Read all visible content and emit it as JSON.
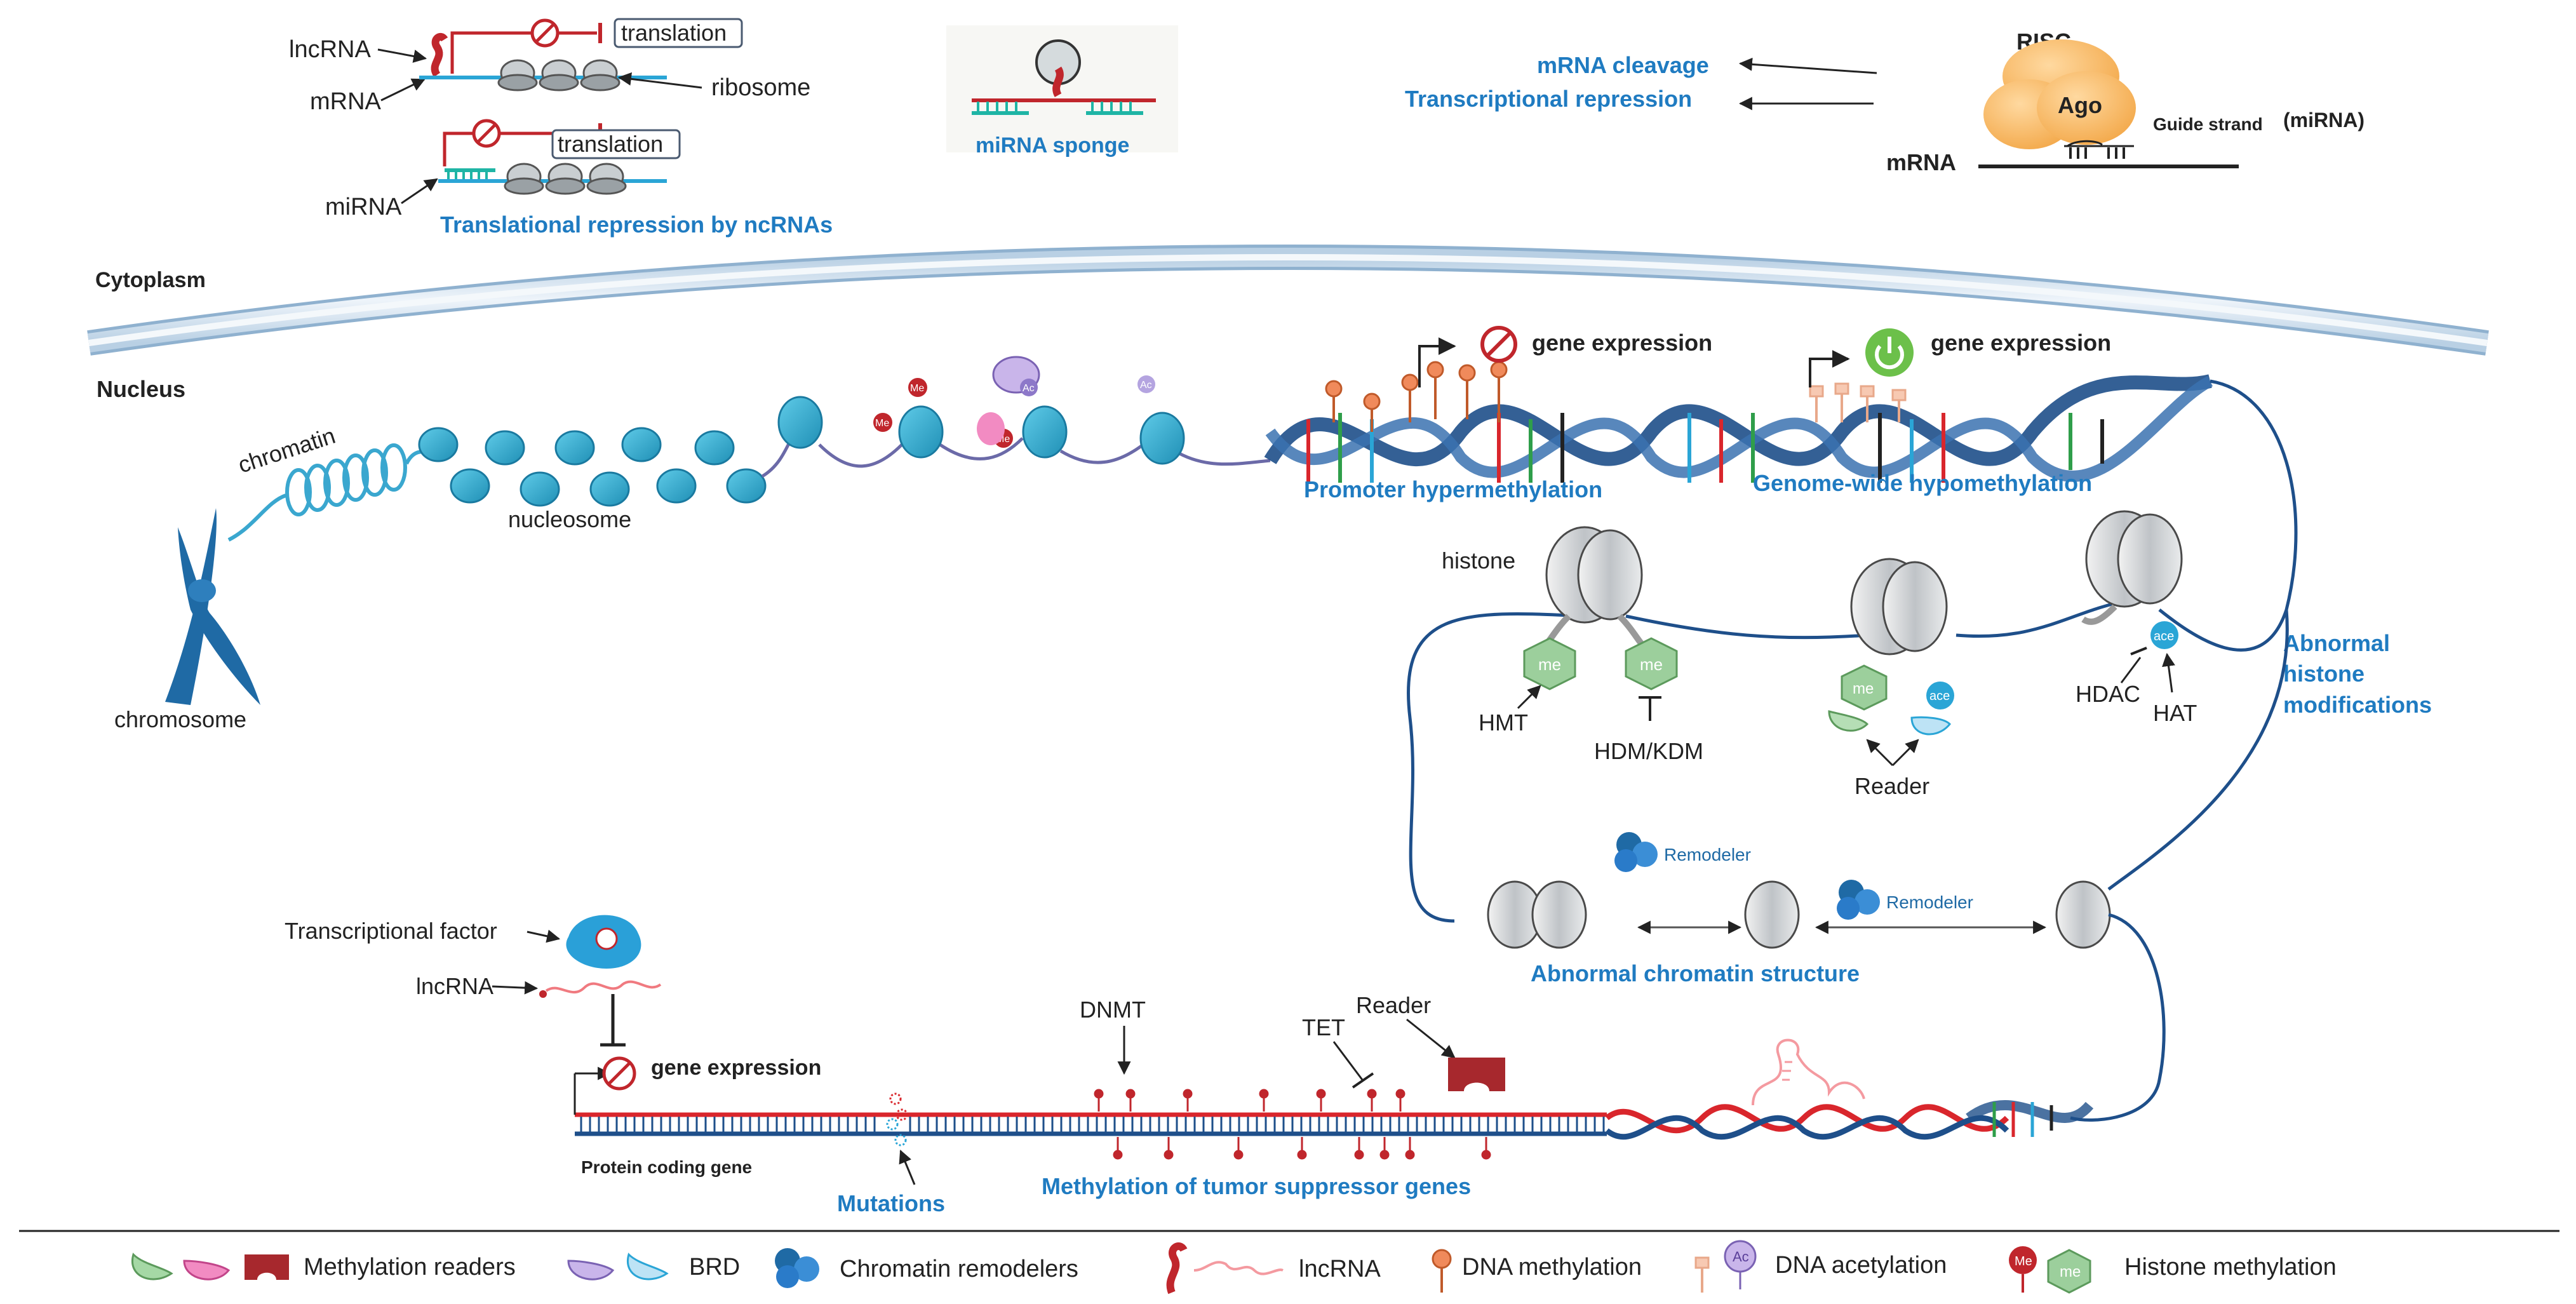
{
  "top": {
    "lncrna": "lncRNA",
    "mrna": "mRNA",
    "mirna": "miRNA",
    "ribosome": "ribosome",
    "translation1": "translation",
    "translation2": "translation",
    "translational_repression": "Translational repression by ncRNAs",
    "mirna_sponge": "miRNA sponge",
    "mrna_cleavage": "mRNA cleavage",
    "transcriptional_repression": "Transcriptional repression",
    "risc": "RISC",
    "ago": "Ago",
    "guide_strand": "Guide strand",
    "guide_strand_paren": "(miRNA)",
    "risc_mrna": "mRNA"
  },
  "compartments": {
    "cytoplasm": "Cytoplasm",
    "nucleus": "Nucleus"
  },
  "chromatin": {
    "chromatin": "chromatin",
    "nucleosome": "nucleosome",
    "chromosome": "chromosome",
    "me": "Me",
    "ac": "Ac"
  },
  "dna": {
    "gene_expression_off": "gene expression",
    "gene_expression_on": "gene expression",
    "promoter_hypermethylation": "Promoter hypermethylation",
    "genome_wide_hypomethylation": "Genome-wide hypomethylation"
  },
  "histone": {
    "histone": "histone",
    "me": "me",
    "ace": "ace",
    "hmt": "HMT",
    "hdm_kdm": "HDM/KDM",
    "reader": "Reader",
    "hdac": "HDAC",
    "hat": "HAT",
    "abnormal_1": "Abnormal",
    "abnormal_2": "histone",
    "abnormal_3": "modifications"
  },
  "remodel": {
    "remodeler1": "Remodeler",
    "remodeler2": "Remodeler",
    "abnormal_chromatin_structure": "Abnormal chromatin structure"
  },
  "bottom": {
    "transcriptional_factor": "Transcriptional factor",
    "lncrna": "lncRNA",
    "gene_expression": "gene expression",
    "protein_coding_gene": "Protein coding gene",
    "mutations": "Mutations",
    "dnmt": "DNMT",
    "tet": "TET",
    "reader": "Reader",
    "methylation_tsg": "Methylation of tumor suppressor genes"
  },
  "legend": {
    "methylation_readers": "Methylation readers",
    "brd": "BRD",
    "chromatin_remodelers": "Chromatin remodelers",
    "lncrna": "lncRNA",
    "dna_methylation": "DNA methylation",
    "ac": "Ac",
    "dna_acetylation": "DNA acetylation",
    "me_red": "Me",
    "me_green": "me",
    "histone_methylation": "Histone methylation"
  },
  "colors": {
    "accent_blue": "#1f7bc1",
    "nucleosome": "#3bb3d6",
    "dna_navy": "#1e4f8a",
    "dna_red": "#d9262c",
    "membrane": "#c9dcec"
  }
}
